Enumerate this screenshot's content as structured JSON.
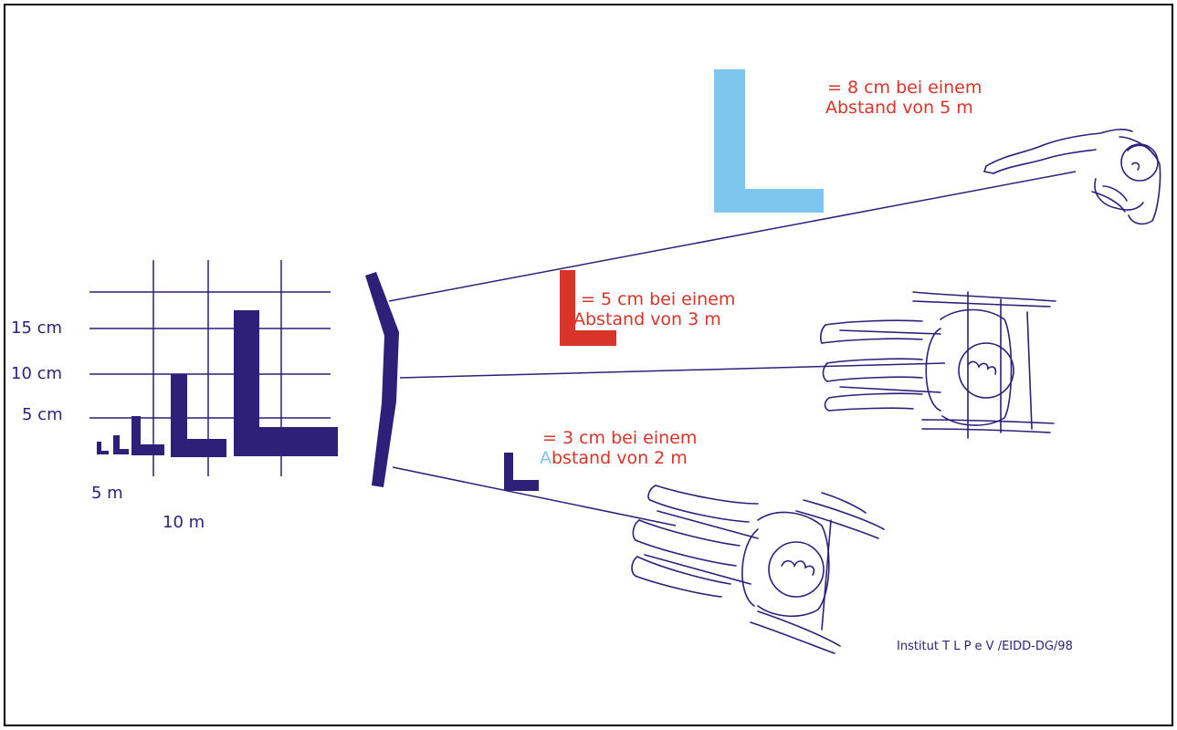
{
  "colors": {
    "navy": "#2e1f79",
    "red": "#d8342a",
    "light_blue": "#7fc6ee",
    "frame": "#000000",
    "background": "#ffffff"
  },
  "scale_chart": {
    "y_labels": [
      "15 cm",
      "10 cm",
      "5 cm"
    ],
    "x_labels": [
      "5 m",
      "10 m"
    ]
  },
  "examples": [
    {
      "line1": "= 8 cm bei einem",
      "line2": "Abstand von 5 m",
      "color": "red"
    },
    {
      "line1": "= 5 cm bei einem",
      "line2": "Abstand von 3 m",
      "color": "red"
    },
    {
      "line1": "= 3 cm bei einem",
      "line2_first_letter": "A",
      "line2_rest": "bstand von 2 m",
      "color": "red"
    }
  ],
  "credit": "Institut T L P e V /EIDD-DG/98",
  "figures": [
    "standing-person-icon",
    "wheelchair-user-icon",
    "wheelchair-user-icon"
  ]
}
